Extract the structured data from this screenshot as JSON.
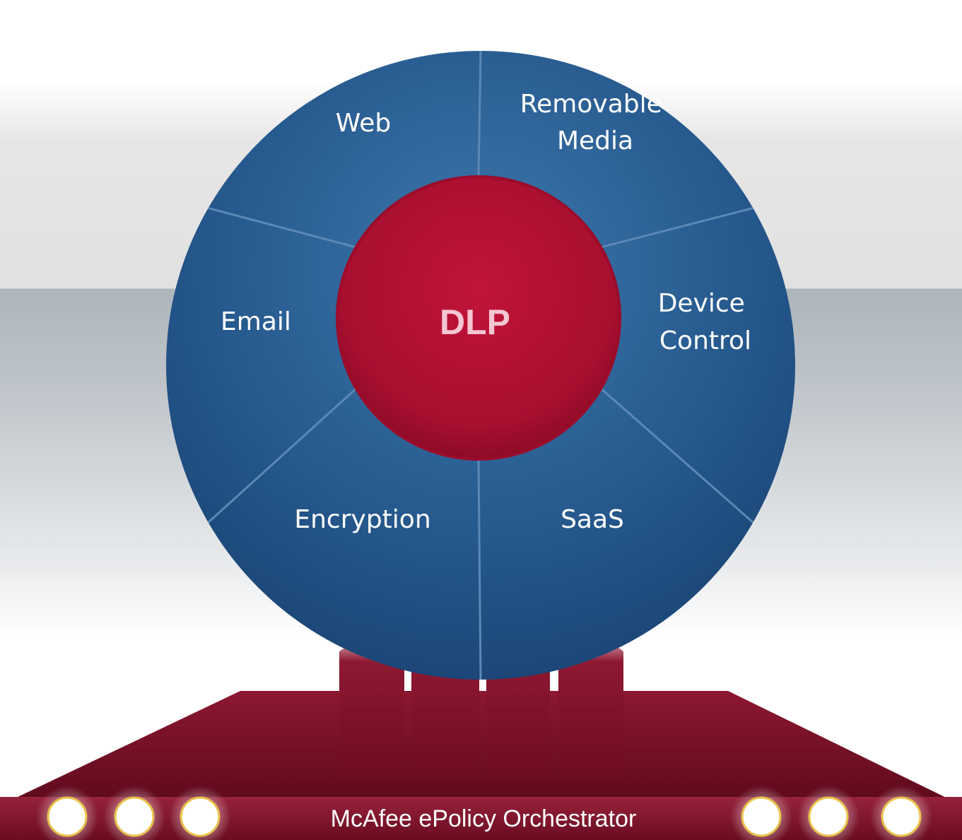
{
  "hub": {
    "label": "DLP"
  },
  "segments": [
    {
      "id": "web",
      "lines": [
        "Web"
      ]
    },
    {
      "id": "removable-media",
      "lines": [
        "Removable",
        "Media"
      ]
    },
    {
      "id": "device-control",
      "lines": [
        "Device",
        "Control"
      ]
    },
    {
      "id": "saas",
      "lines": [
        "SaaS"
      ]
    },
    {
      "id": "encryption",
      "lines": [
        "Encryption"
      ]
    },
    {
      "id": "email",
      "lines": [
        "Email"
      ]
    }
  ],
  "base": {
    "title": "McAfee ePolicy Orchestrator"
  },
  "colors": {
    "wheel_blue": "#2b5f91",
    "hub_red": "#b01030",
    "base_red": "#7a0f25"
  }
}
